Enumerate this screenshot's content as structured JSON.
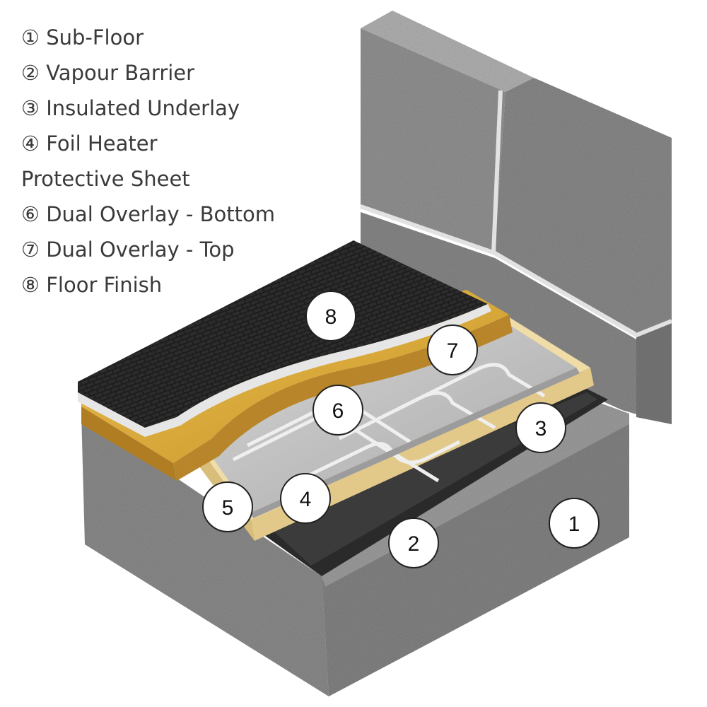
{
  "legend": [
    {
      "text": "① Sub-Floor"
    },
    {
      "text": "② Vapour Barrier"
    },
    {
      "text": "③ Insulated Underlay"
    },
    {
      "text": "④ Foil Heater"
    },
    {
      "text": "Protective Sheet"
    },
    {
      "text": "⑥ Dual Overlay - Bottom"
    },
    {
      "text": "⑦ Dual Overlay - Top"
    },
    {
      "text": "⑧ Floor Finish"
    }
  ],
  "callouts": [
    "1",
    "2",
    "3",
    "4",
    "5",
    "6",
    "7",
    "8"
  ],
  "colors": {
    "concrete": "#8c8c8c",
    "wall_block": "#8f8f8f",
    "vapour_barrier": "#2a2a2a",
    "underlay": "#efdca6",
    "foil": "#c8c8c8",
    "protective_sheet": "#ececec",
    "overlay": "#d9a833",
    "floor_finish": "#1e1e1e",
    "text": "#3a3a3a"
  }
}
